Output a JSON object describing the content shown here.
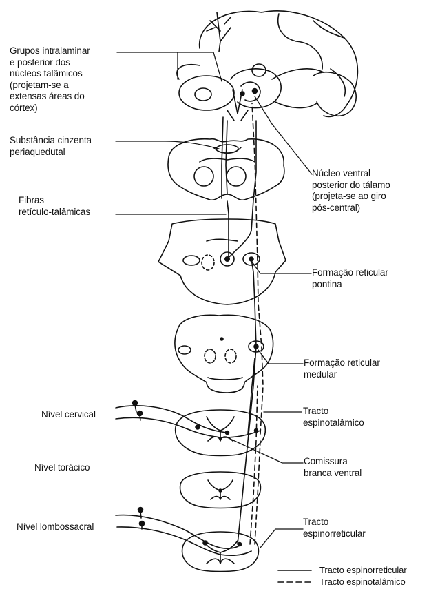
{
  "labels": {
    "intralaminar": [
      "Grupos intralaminar",
      "e posterior dos",
      "núcleos talâmicos",
      "(projetam-se a",
      "extensas áreas do",
      "córtex)"
    ],
    "periaqueductal": [
      "Substância cinzenta",
      "periaquedutal"
    ],
    "reticulothalamic": [
      "Fibras",
      "retículo-talâmicas"
    ],
    "ventral_posterior": [
      "Núcleo ventral",
      "posterior do tálamo",
      "(projeta-se ao giro",
      "pós-central)"
    ],
    "pontine": [
      "Formação reticular",
      "pontina"
    ],
    "medullary": [
      "Formação reticular",
      "medular"
    ],
    "spinothalamic_tract": [
      "Tracto",
      "espinotalâmico"
    ],
    "cervical": "Nível cervical",
    "thoracic": "Nível torácico",
    "commissure": [
      "Comissura",
      "branca ventral"
    ],
    "lumbosacral": "Nível lombossacral",
    "spinoreticular_tract": [
      "Tracto",
      "espinorreticular"
    ]
  },
  "legend": {
    "solid": "Tracto espinorreticular",
    "dashed": "Tracto espinotalâmico"
  },
  "colors": {
    "ink": "#111111",
    "paper": "#ffffff"
  }
}
